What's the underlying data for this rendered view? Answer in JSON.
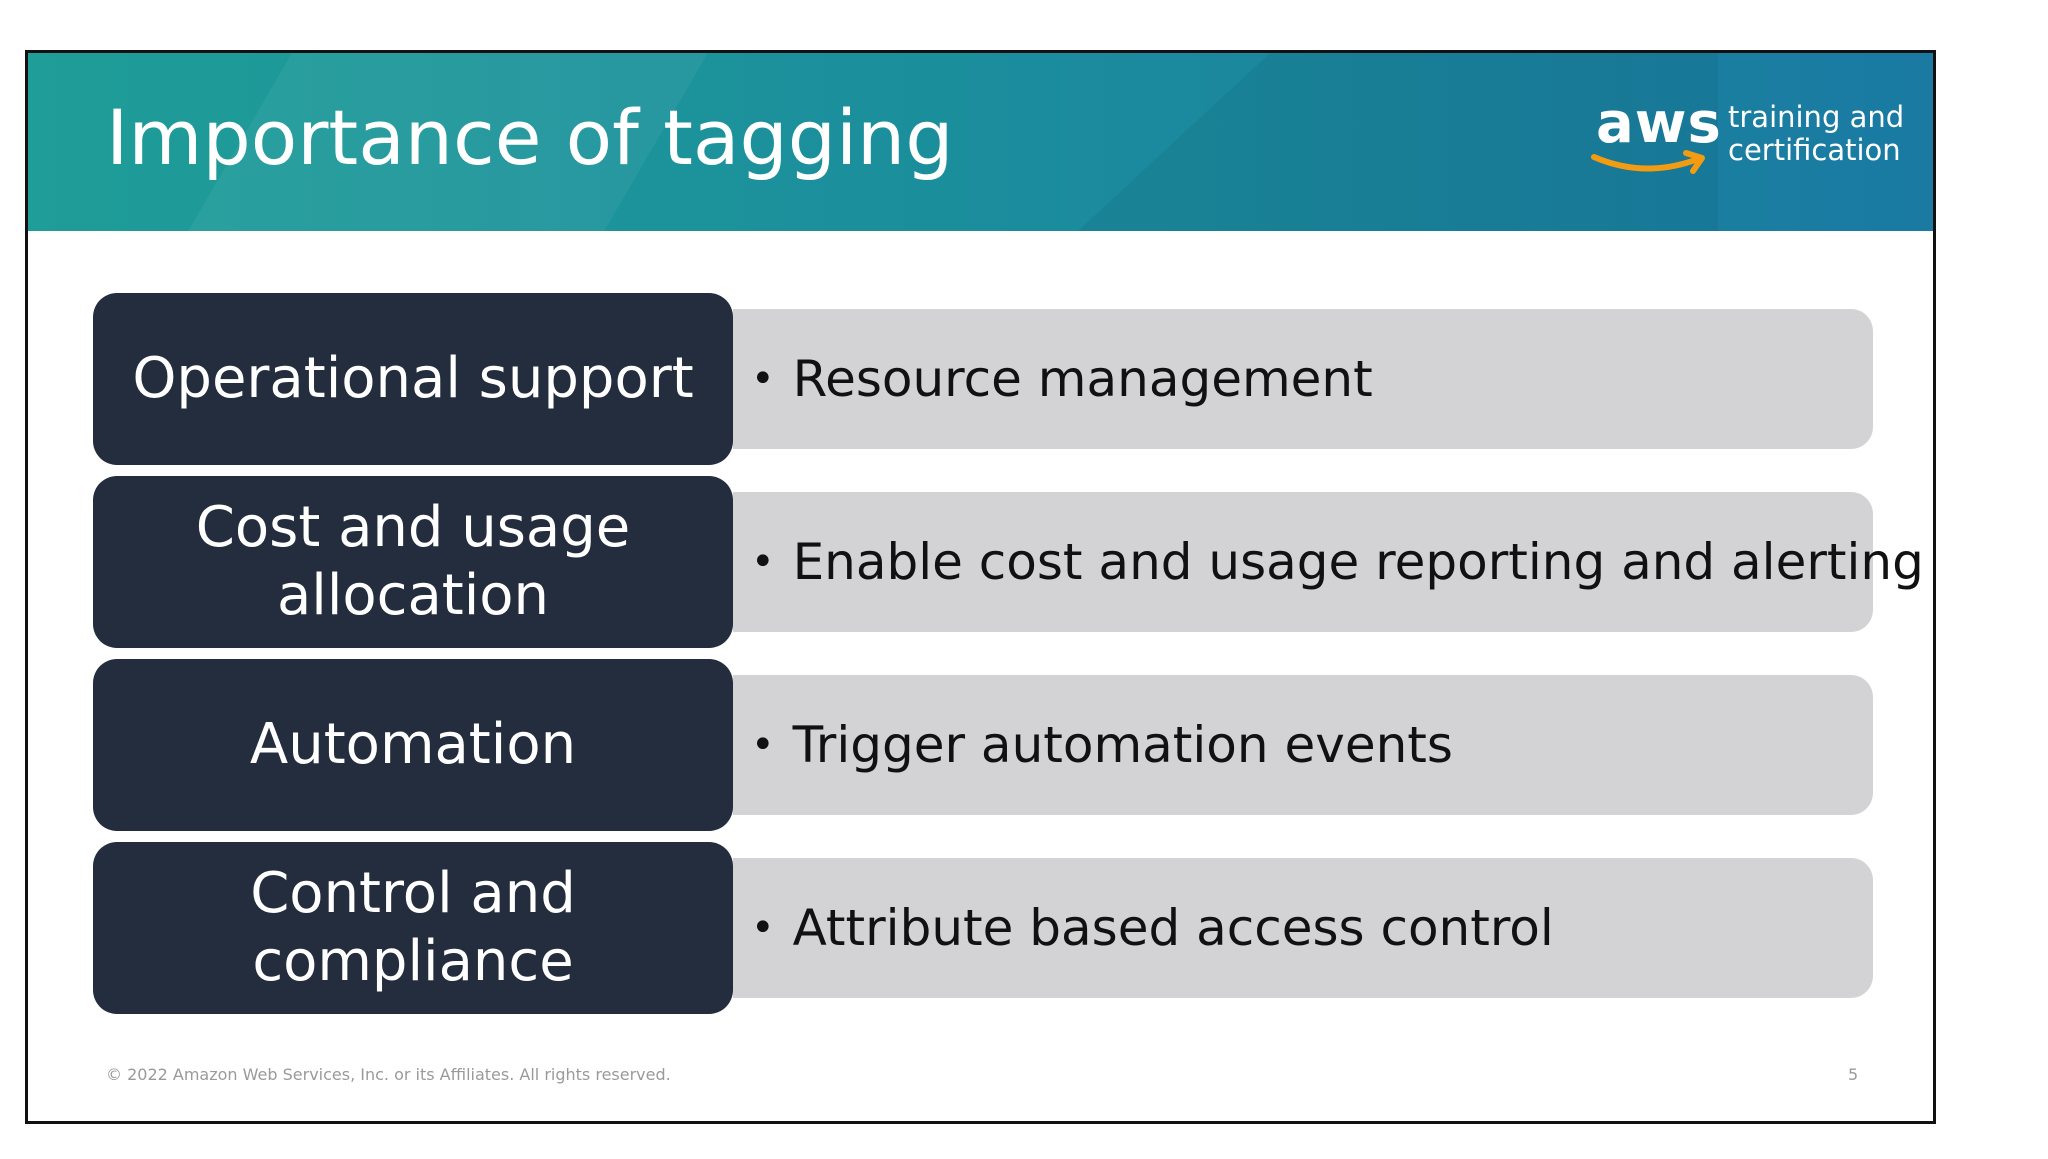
{
  "slide": {
    "title": "Importance of tagging",
    "logo": {
      "wordmark": "aws",
      "tagline_line1": "training and",
      "tagline_line2": "certification",
      "icon": "aws-smile-arrow-icon"
    },
    "rows": [
      {
        "label": "Operational support",
        "detail": "Resource management"
      },
      {
        "label": "Cost and usage allocation",
        "detail": "Enable cost and usage reporting and alerting"
      },
      {
        "label": "Automation",
        "detail": "Trigger automation events"
      },
      {
        "label": "Control and compliance",
        "detail": "Attribute based access control"
      }
    ],
    "footer": "© 2022 Amazon Web Services, Inc. or its Affiliates. All rights reserved.",
    "page_number": "5",
    "bullet": "•"
  },
  "colors": {
    "header_start": "#1f9d98",
    "header_end": "#1a7aa2",
    "label_bg": "#232d3d",
    "detail_bg": "#d3d3d5",
    "aws_orange": "#f39c12"
  }
}
